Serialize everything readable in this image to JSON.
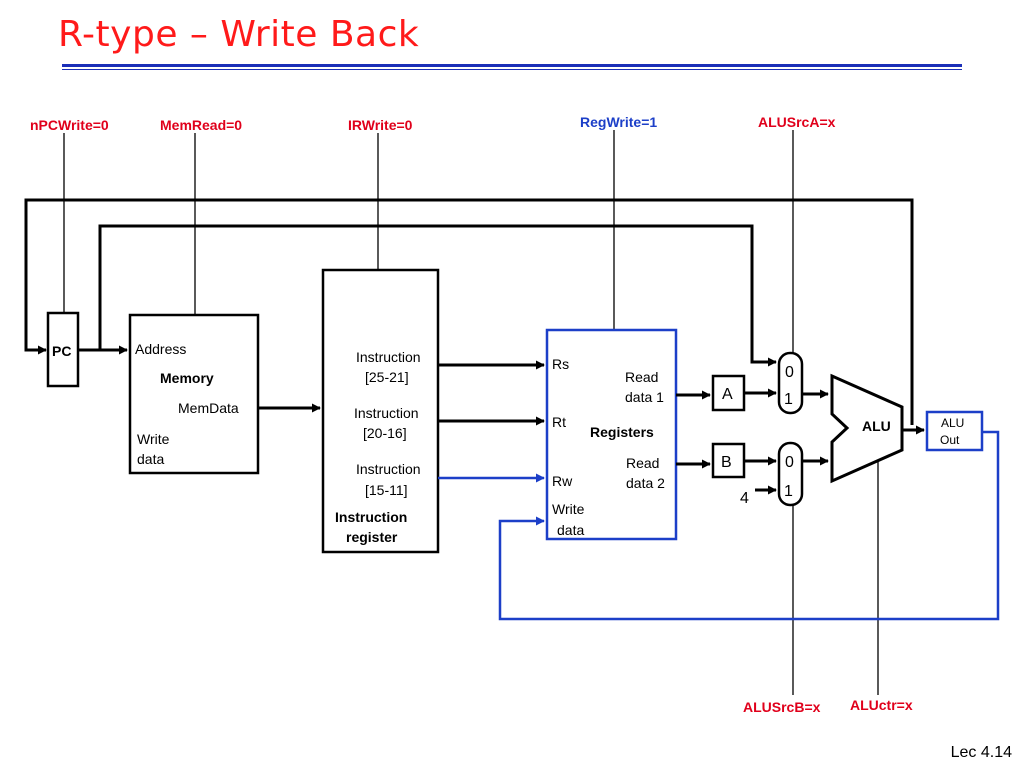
{
  "slide": {
    "title": "R-type – Write Back",
    "footer": "Lec 4.14"
  },
  "signals": {
    "npcwrite": "nPCWrite=0",
    "memread": "MemRead=0",
    "irwrite": "IRWrite=0",
    "regwrite": "RegWrite=1",
    "alusrca": "ALUSrcA=x",
    "alusrcb": "ALUSrcB=x",
    "aluctr": "ALUctr=x"
  },
  "colors": {
    "title": "#ff1a1a",
    "control_signal": "#e0001b",
    "active_signal": "#1c3fc8",
    "active_path": "#1c3fc8"
  },
  "pc": {
    "label": "PC"
  },
  "memory": {
    "address": "Address",
    "name": "Memory",
    "memdata": "MemData",
    "write_line1": "Write",
    "write_line2": "data"
  },
  "instruction_register": {
    "field1_line1": "Instruction",
    "field1_line2": "[25-21]",
    "field2_line1": "Instruction",
    "field2_line2": "[20-16]",
    "field3_line1": "Instruction",
    "field3_line2": "[15-11]",
    "name_line1": "Instruction",
    "name_line2": "register"
  },
  "registers": {
    "rs": "Rs",
    "rt": "Rt",
    "rw": "Rw",
    "write_line1": "Write",
    "write_line2": "data",
    "read1_line1": "Read",
    "read1_line2": "data 1",
    "read2_line1": "Read",
    "read2_line2": "data 2",
    "name": "Registers"
  },
  "reg_a": {
    "label": "A"
  },
  "reg_b": {
    "label": "B"
  },
  "mux_a": {
    "in0": "0",
    "in1": "1"
  },
  "mux_b": {
    "in0": "0",
    "in1": "1",
    "const": "4"
  },
  "alu": {
    "label": "ALU"
  },
  "aluout": {
    "line1": "ALU",
    "line2": "Out"
  }
}
